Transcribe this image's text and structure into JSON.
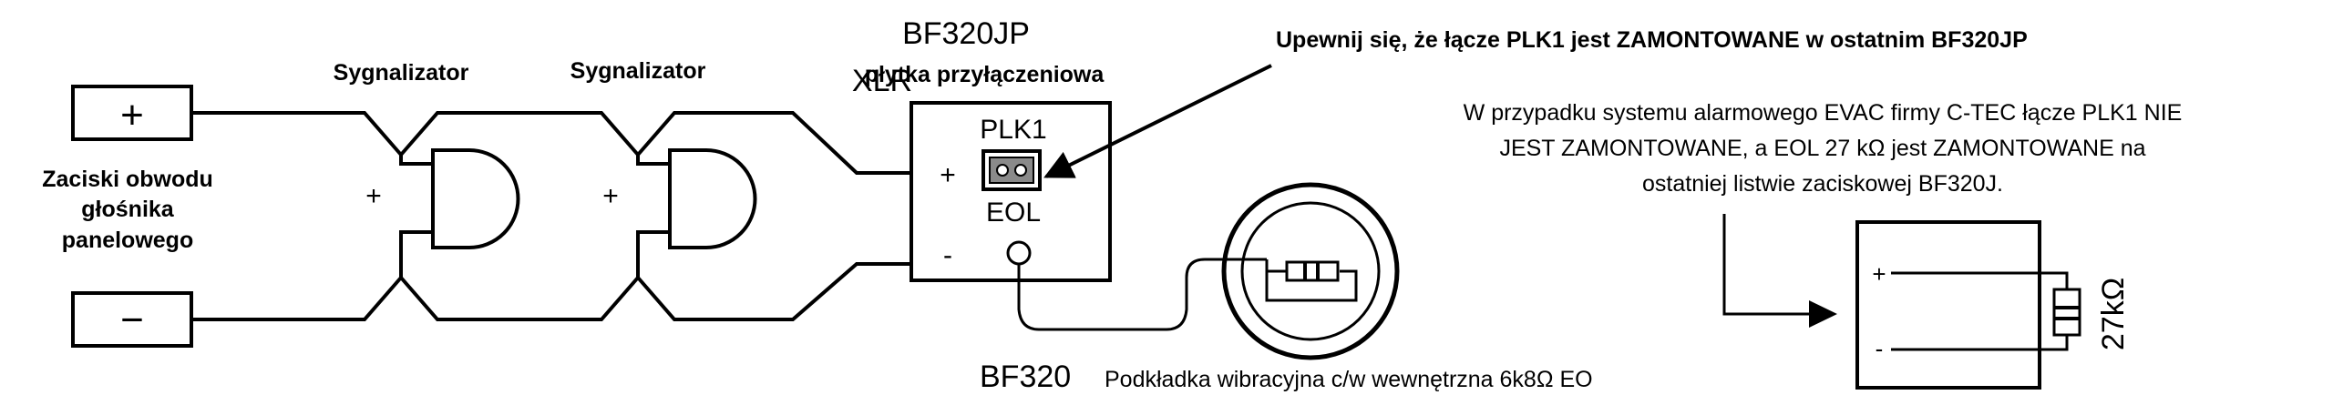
{
  "panel": {
    "plus_symbol": "+",
    "minus_symbol": "−",
    "label_lines": [
      "Zaciski obwodu",
      "głośnika",
      "panelowego"
    ]
  },
  "sounders": [
    {
      "label": "Sygnalizator",
      "polarity": "+"
    },
    {
      "label": "Sygnalizator",
      "polarity": "+"
    }
  ],
  "board": {
    "model": "BF320JP",
    "description": "płytka przyłączeniowa",
    "xlr_label": "XLR",
    "plus": "+",
    "minus": "-",
    "link_label": "PLK1",
    "eol_label": "EOL"
  },
  "callout": {
    "text": "Upewnij się, że łącze PLK1 jest ZAMONTOWANE w ostatnim BF320JP"
  },
  "vibration_pad": {
    "model": "BF320",
    "description": "Podkładka wibracyjna c/w wewnętrzna 6k8Ω EO"
  },
  "evac_note": {
    "lines": [
      "W przypadku systemu alarmowego EVAC firmy C-TEC łącze PLK1 NIE",
      "JEST ZAMONTOWANE, a EOL 27 kΩ jest ZAMONTOWANE na",
      "ostatniej listwie zaciskowej BF320J."
    ]
  },
  "terminal_strip": {
    "plus": "+",
    "minus": "-",
    "resistor_value": "27kΩ"
  }
}
